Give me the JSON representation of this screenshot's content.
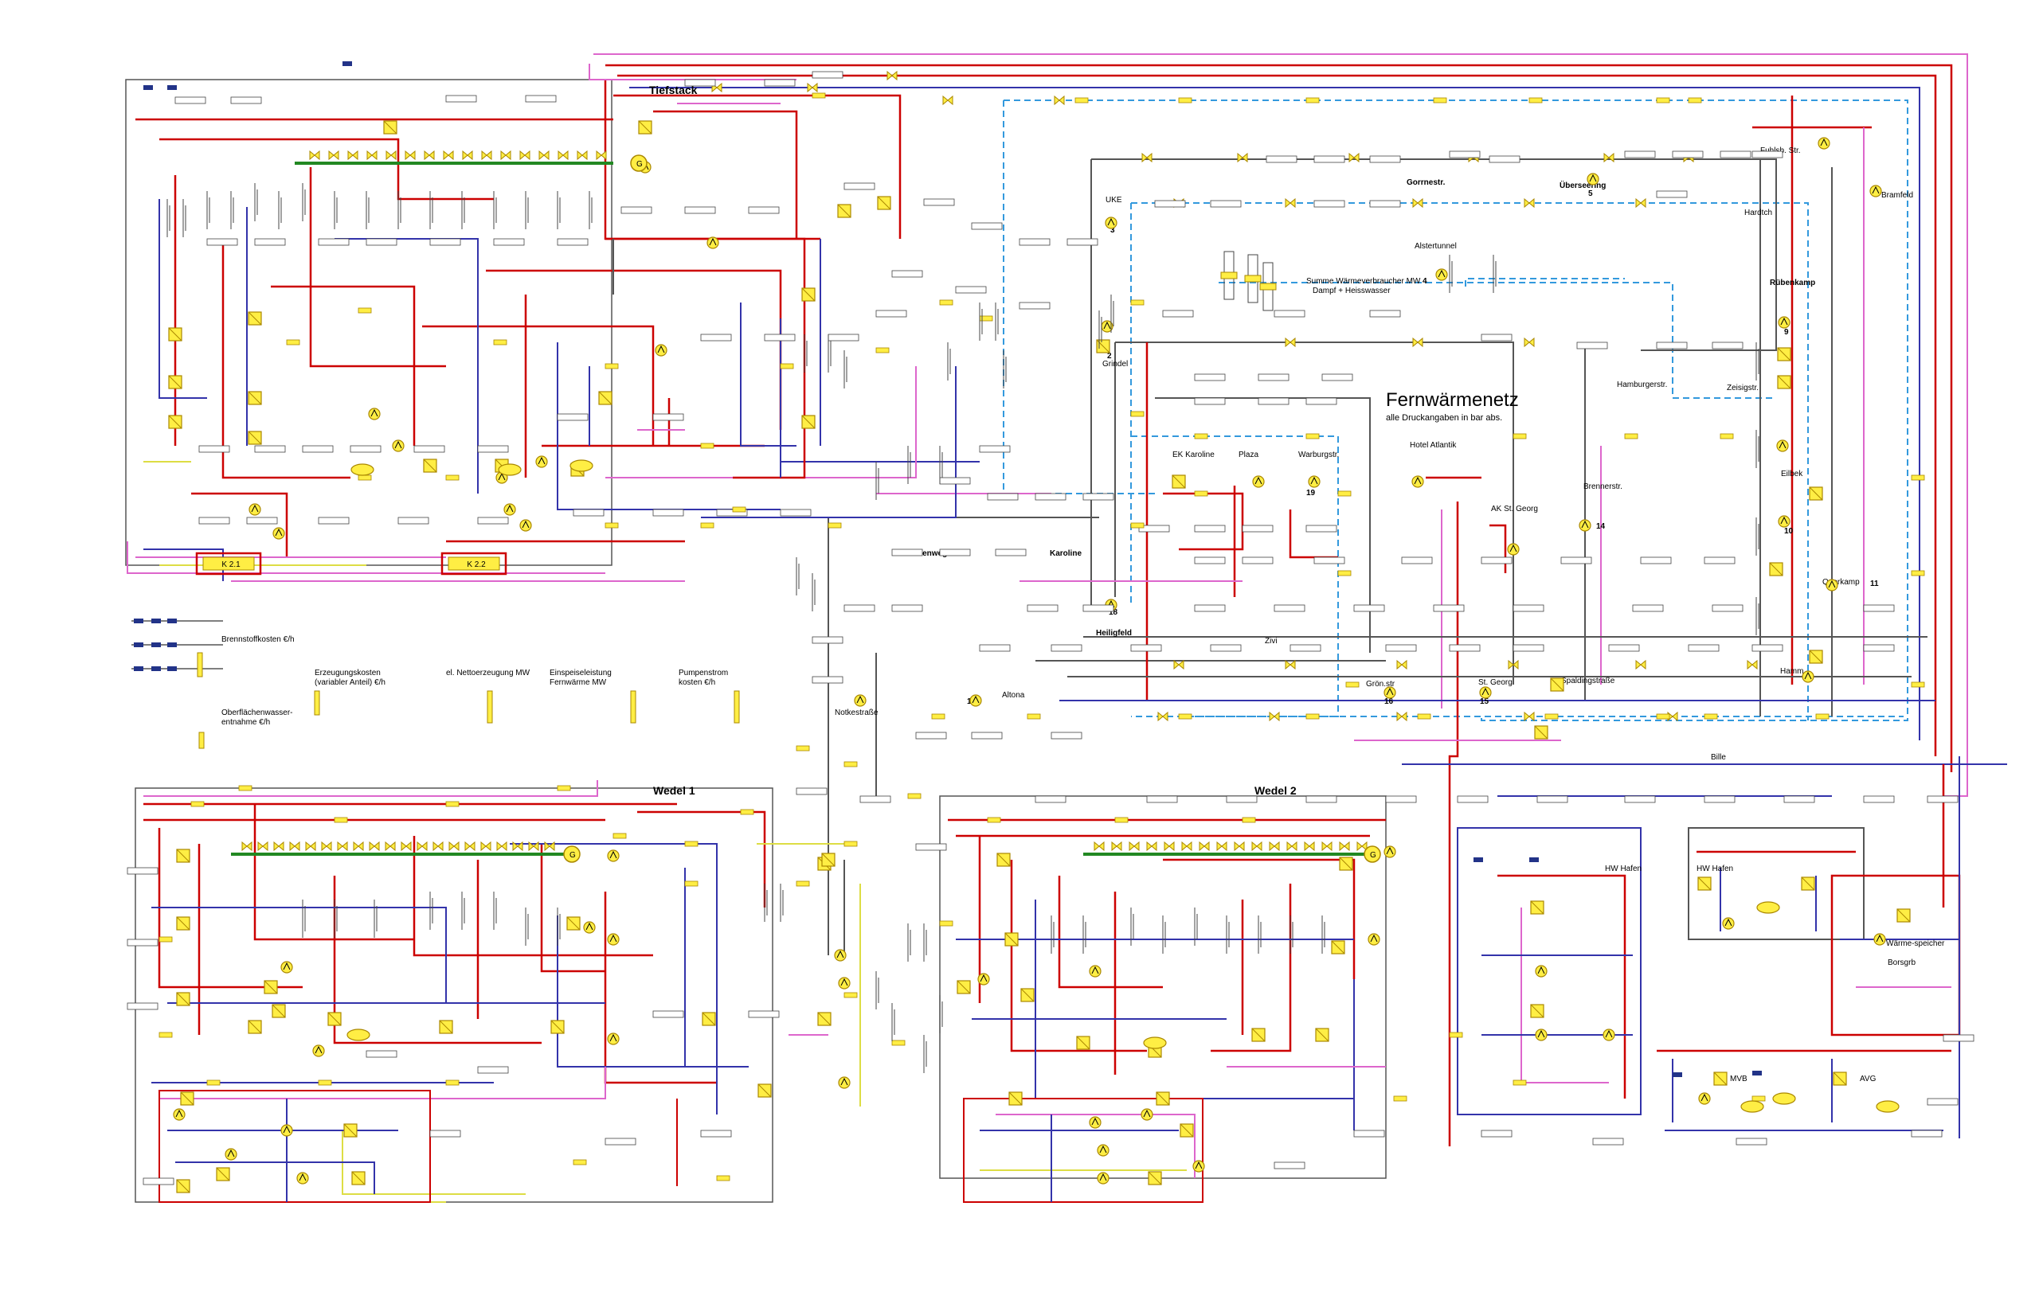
{
  "network": {
    "title": "Fernwärmenetz",
    "subtitle": "alle Druckangaben in bar abs."
  },
  "plants": {
    "tiefstack": "Tiefstack",
    "wedel1": "Wedel 1",
    "wedel2": "Wedel 2",
    "k21": "K 2.1",
    "k22": "K 2.2",
    "mvb": "MVB",
    "avg": "AVG"
  },
  "legend": {
    "brennstoffkosten": "Brennstoffkosten  €/h",
    "erzeugungskosten_1": "Erzeugungskosten",
    "erzeugungskosten_2": "(variabler Anteil)  €/h",
    "nettoerzeugung": "el. Nettoerzeugung MW",
    "einspeiseleistung_1": "Einspeiseleistung",
    "einspeiseleistung_2": "Fernwärme MW",
    "pumpenstrom_1": "Pumpenstrom",
    "pumpenstrom_2": "kosten €/h",
    "oberflaechen_1": "Oberflächenwasser-",
    "oberflaechen_2": "entnahme  €/h",
    "summe_1": "Summe Wärmeverbraucher MW",
    "summe_2": "Dampf + Heisswasser"
  },
  "stations": {
    "uke": "UKE",
    "grindel": "Grindel",
    "goernestr": "Gorrnestr.",
    "uebersering": "Überseering",
    "fuhlsbuettel": "Fuhlsb. Str.",
    "bramfeld": "Bramfeld",
    "hardtch": "Hardtch",
    "rubenkamp": "Rübenkamp",
    "alstertunnel": "Alstertunnel",
    "hamburgerstr": "Hamburgerstr.",
    "zeisigstr": "Zeisigstr.",
    "ek_karoline": "EK Karoline",
    "plaza": "Plaza",
    "warburgstr": "Warburgstr.",
    "hotel_atlantik": "Hotel Atlantik",
    "ak_st_georg": "AK St. Georg",
    "brennerstr": "Brennerstr.",
    "eilbek": "Eilbek",
    "querkamp": "Querkamp",
    "hafenweg": "Hafenweg",
    "karoline": "Karoline",
    "heiligfeld": "Heiligfeld",
    "zivi": "Zivi",
    "altona": "Altona",
    "notkestrasse": "Notkestraße",
    "groenstr": "Grön.str",
    "st_georg": "St. Georg",
    "spaldingstrasse": "Spaldingstraße",
    "hamm": "Hamm",
    "bille": "Bille",
    "hw_hafen_1": "HW Hafen",
    "hw_hafen_2": "HW Hafen",
    "waerme_speicher": "Wärme-speicher",
    "bollergrube": "Borsgrb"
  },
  "numbers": {
    "uke": "3",
    "grindel": "2",
    "alstertunnel": "4",
    "uebersering": "5",
    "rubenkamp": "9",
    "eilbek": "10",
    "querkamp": "11",
    "karoline": "18",
    "warburgstr": "19",
    "altona": "17",
    "groenstr": "16",
    "st_georg": "15",
    "brennerstr": "14"
  },
  "colors": {
    "steam": "#cc0000",
    "supply": "#cc0000",
    "return": "#3333aa",
    "condensate": "#dd66cc",
    "network_dashed": "#3399dd",
    "shaft": "#228822",
    "signal": "#dddd44",
    "component_fill": "#ffee44",
    "component_stroke": "#aa8800",
    "display_box": "#ffee44",
    "pipe_gray": "#555555"
  }
}
